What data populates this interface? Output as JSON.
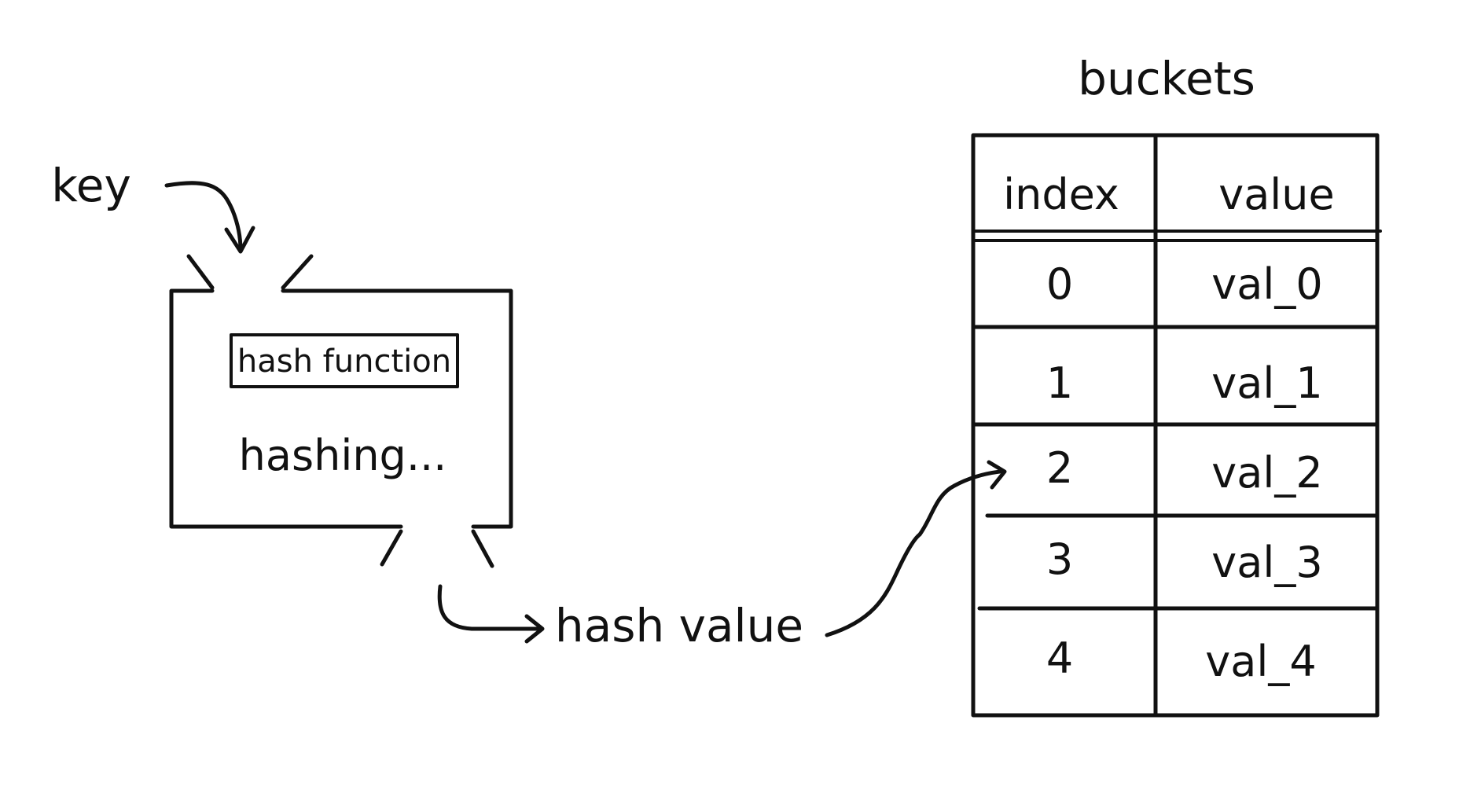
{
  "labels": {
    "key": "key",
    "hash_function": "hash function",
    "hashing": "hashing...",
    "hash_value": "hash value",
    "buckets": "buckets"
  },
  "table": {
    "headers": [
      "index",
      "value"
    ],
    "rows": [
      {
        "index": "0",
        "value": "val_0"
      },
      {
        "index": "1",
        "value": "val_1"
      },
      {
        "index": "2",
        "value": "val_2"
      },
      {
        "index": "3",
        "value": "val_3"
      },
      {
        "index": "4",
        "value": "val_4"
      }
    ]
  }
}
